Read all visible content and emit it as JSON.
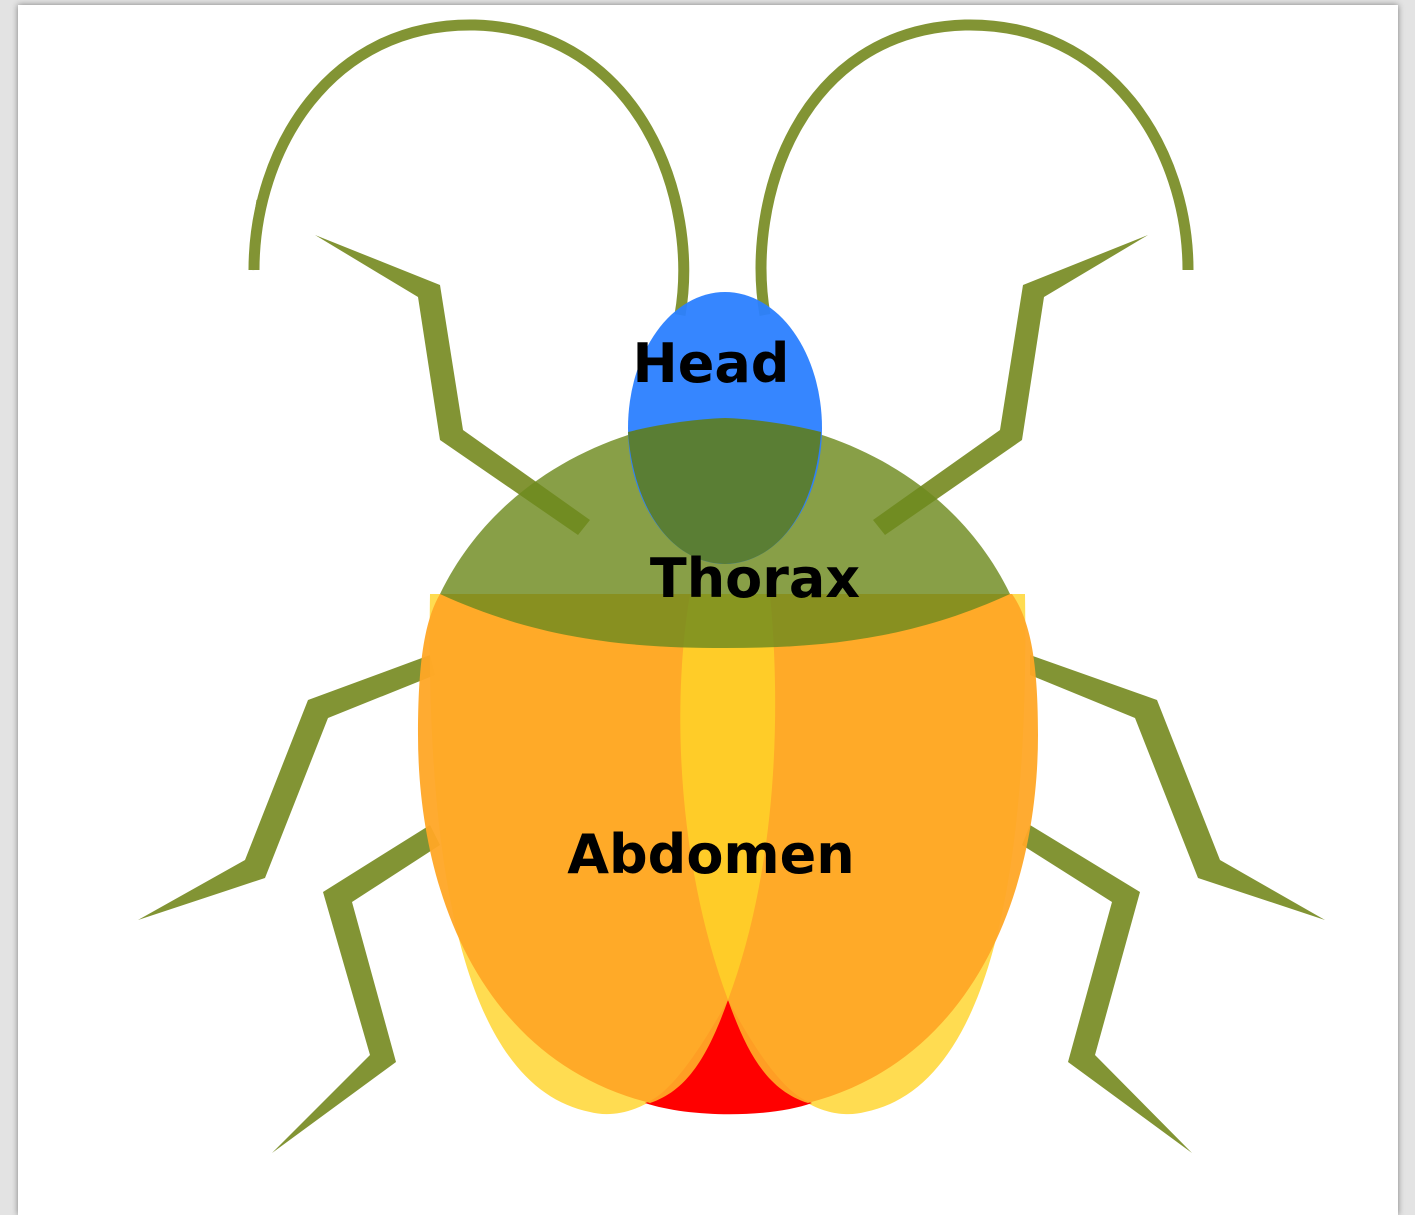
{
  "labels": {
    "head": "Head",
    "thorax": "Thorax",
    "abdomen": "Abdomen"
  },
  "colors": {
    "legs_antennae": "#829434",
    "head": "#2b80ff",
    "thorax": "#6e8a1e",
    "abdomen_outer": "#ffd633",
    "abdomen_wings": "#ffa726",
    "abdomen_center": "#ffcc28",
    "tail": "#ff0000"
  }
}
